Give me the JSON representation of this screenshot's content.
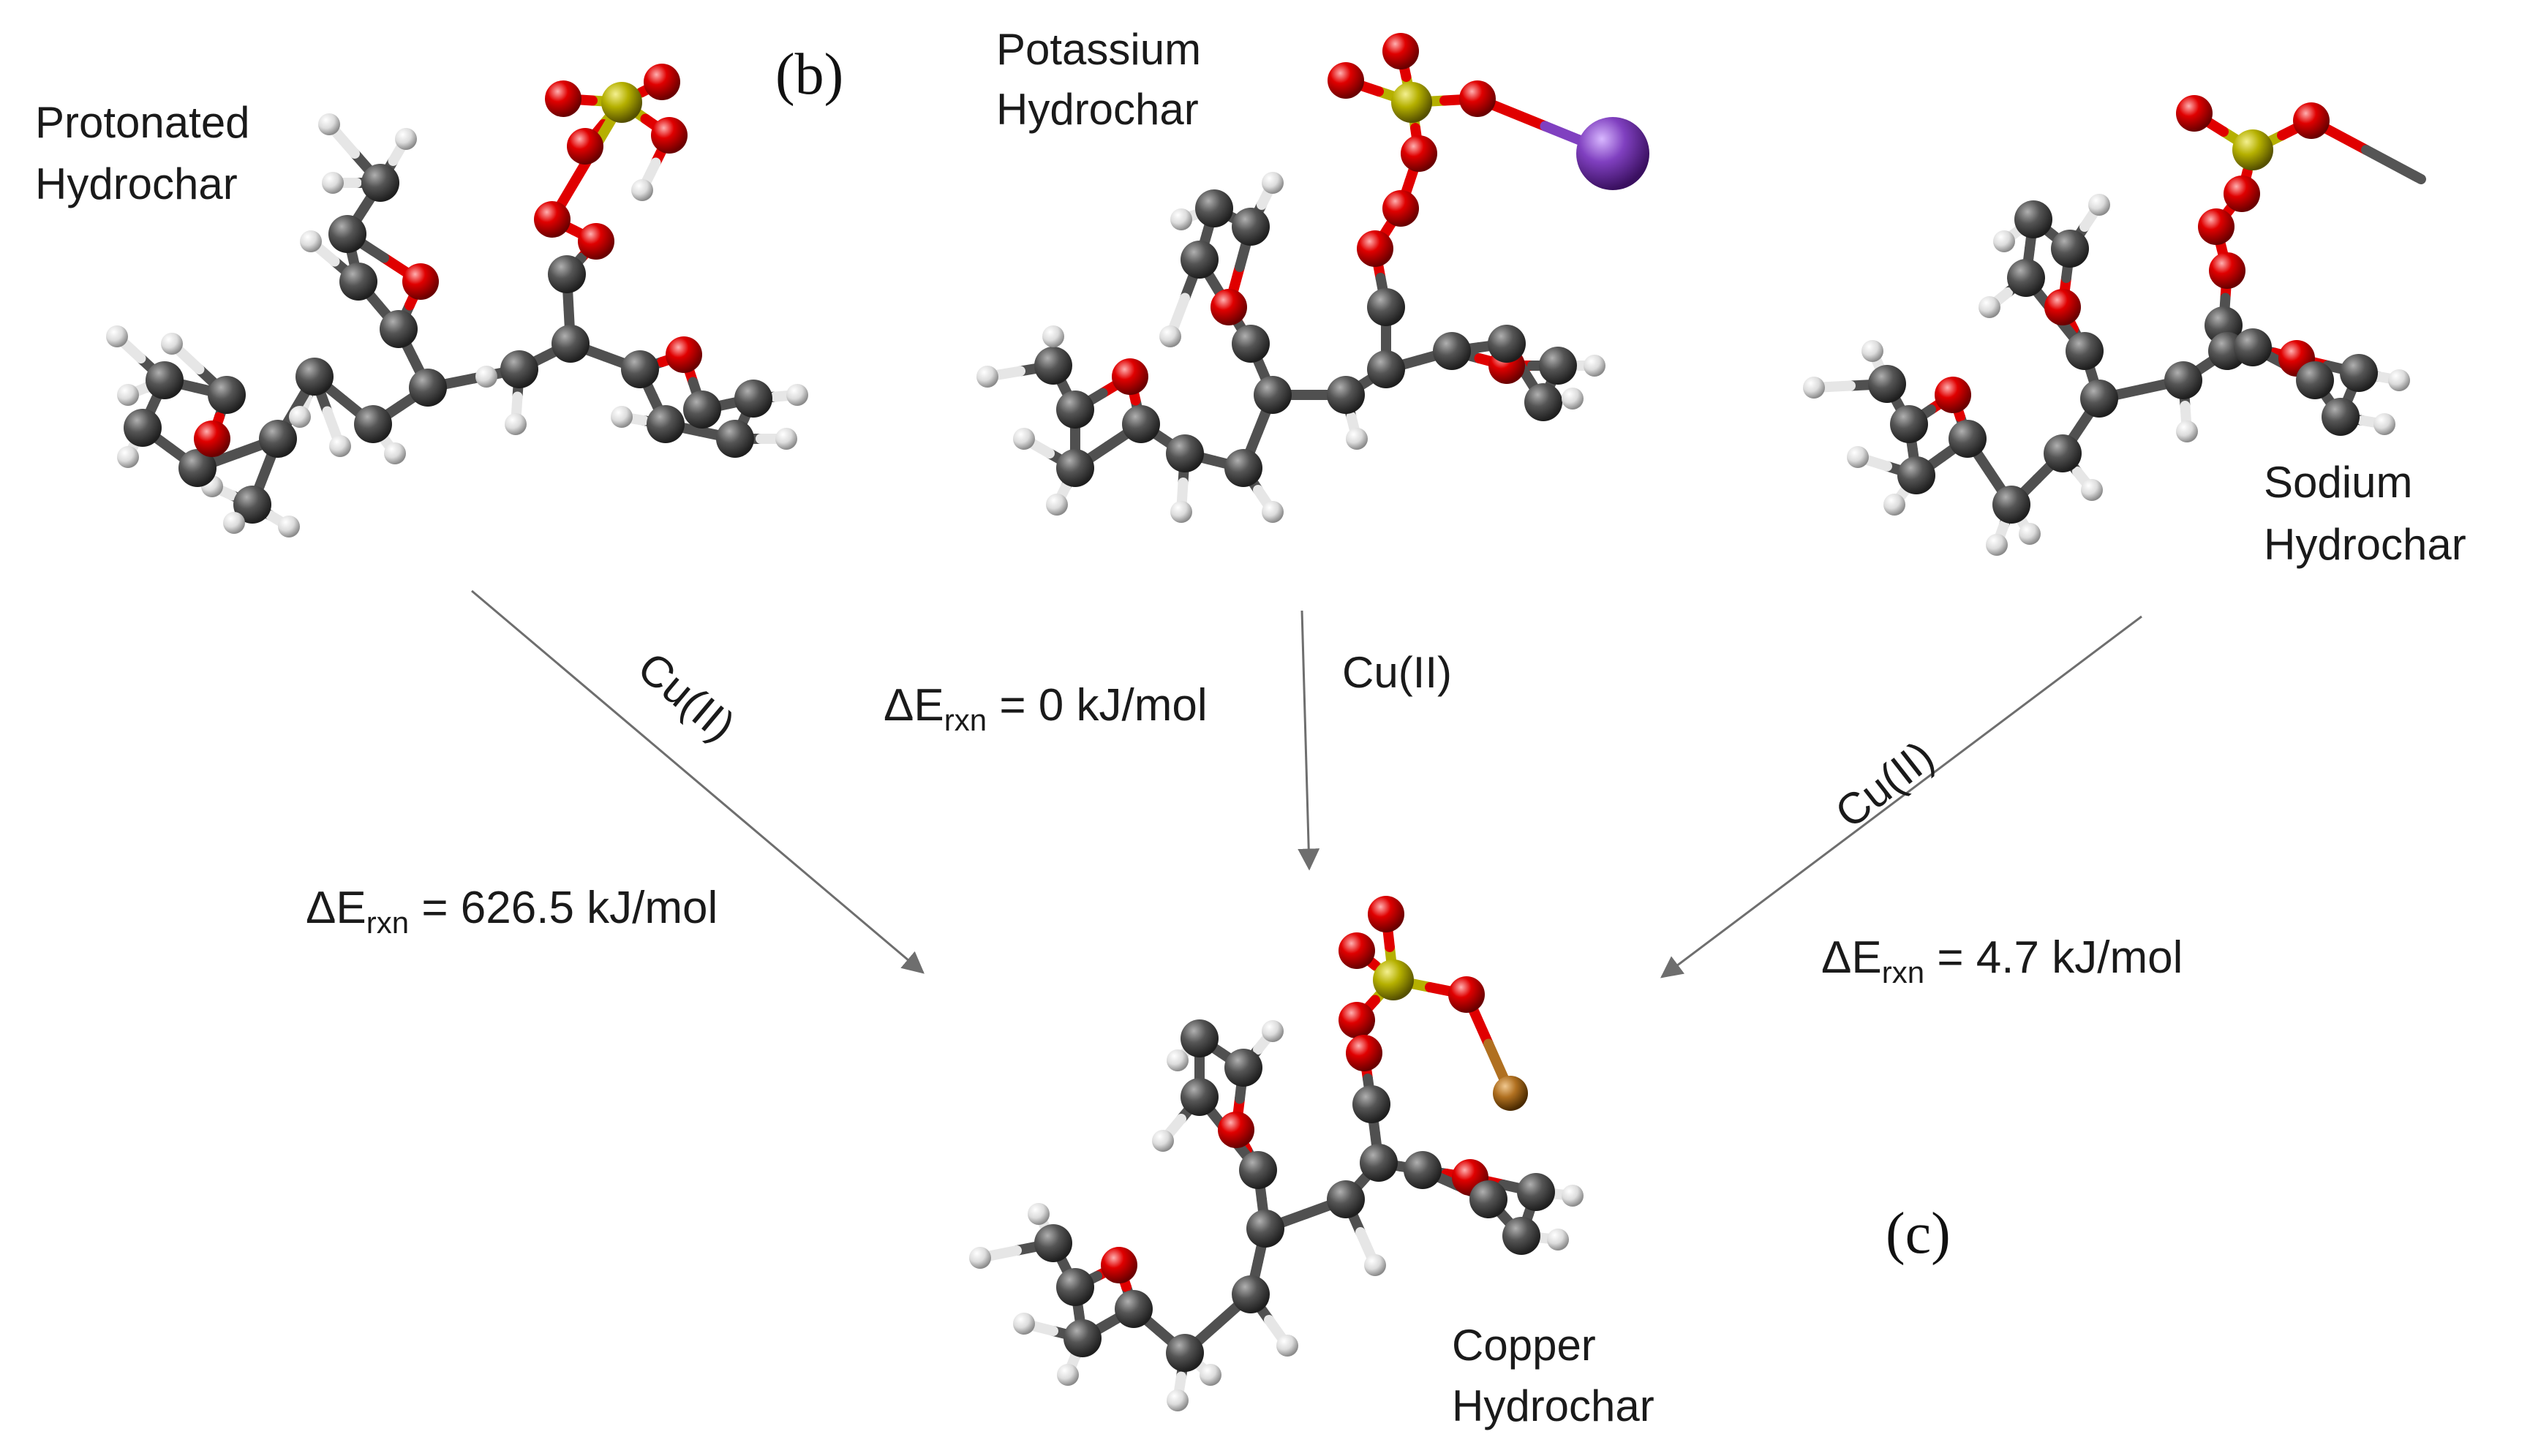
{
  "panel_labels": {
    "b": "(b)",
    "c": "(c)"
  },
  "molecules": {
    "protonated": {
      "line1": "Protonated",
      "line2": "Hydrochar"
    },
    "potassium": {
      "line1": "Potassium",
      "line2": "Hydrochar"
    },
    "sodium": {
      "line1": "Sodium",
      "line2": "Hydrochar"
    },
    "copper": {
      "line1": "Copper",
      "line2": "Hydrochar"
    }
  },
  "reactions": {
    "left": {
      "reagent": "Cu(II)",
      "delta": "ΔE",
      "sub": "rxn",
      "value": " = 626.5 kJ/mol"
    },
    "middle": {
      "reagent": "Cu(II)",
      "delta": "ΔE",
      "sub": "rxn",
      "value": " = 0 kJ/mol"
    },
    "right": {
      "reagent": "Cu(II)",
      "delta": "ΔE",
      "sub": "rxn",
      "value": " = 4.7 kJ/mol"
    }
  },
  "atom_colors": {
    "carbon": "#505050",
    "hydrogen": "#e6e6e6",
    "oxygen": "#e00000",
    "sulfur": "#b5b000",
    "potassium": "#8040c0",
    "sodium": "#9a4fd0",
    "copper": "#b07020"
  }
}
